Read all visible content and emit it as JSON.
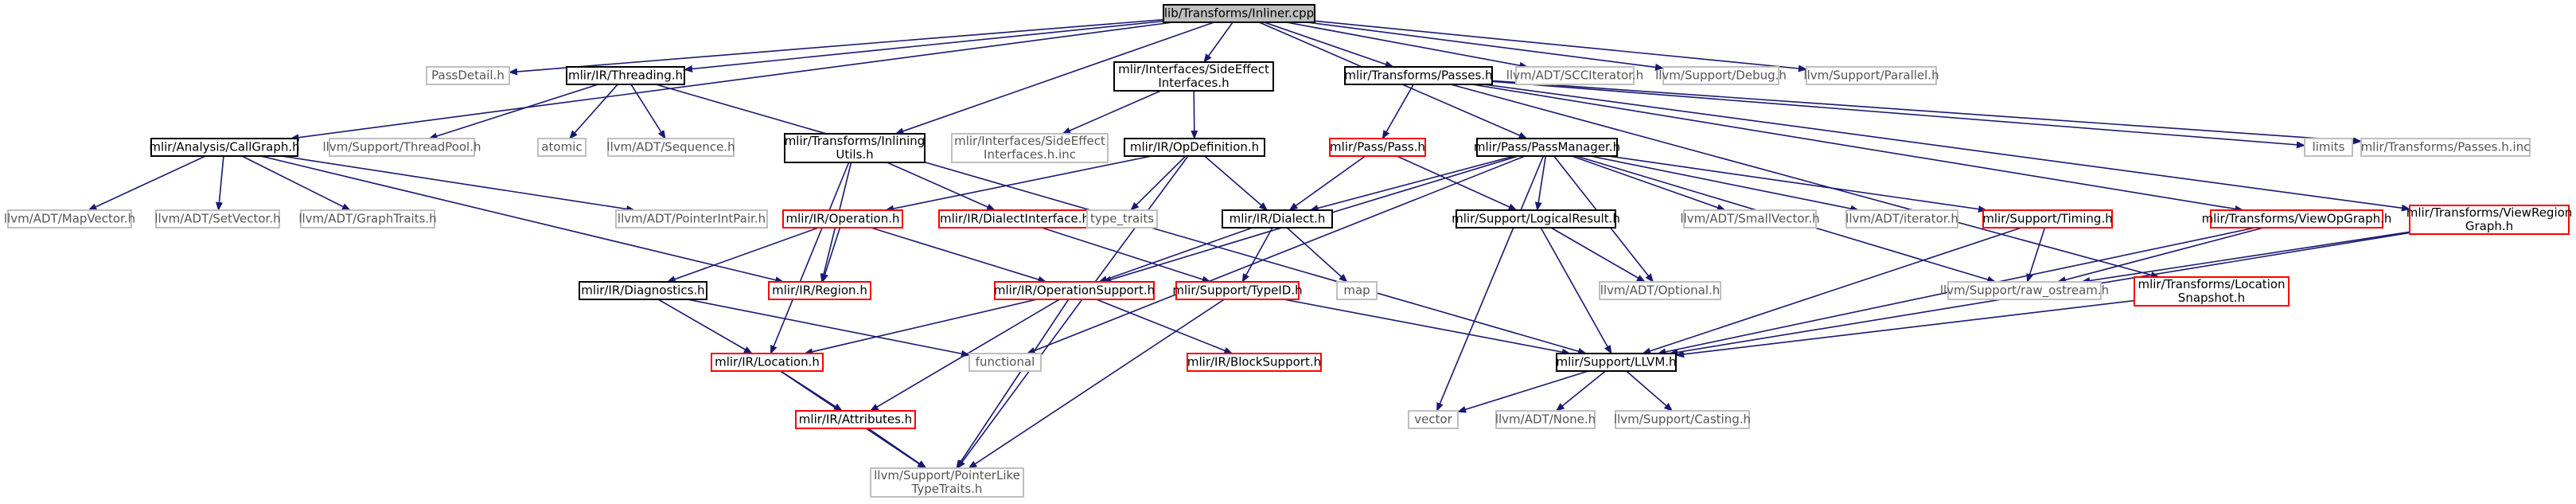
{
  "colors": {
    "root_fill": "#bfbfbf",
    "root_border": "#000000",
    "documented_border": "#000000",
    "truncated_border": "#ff0000",
    "external_border": "#bfbfbf",
    "text": "#000000",
    "external_text": "#555555",
    "edge": "#191970",
    "node_fill": "#ffffff"
  },
  "graph": {
    "nodes": [
      {
        "id": "root",
        "label": [
          "lib/Transforms/Inliner.cpp"
        ],
        "kind": "root"
      },
      {
        "id": "passdetail",
        "label": [
          "PassDetail.h"
        ],
        "kind": "external"
      },
      {
        "id": "threading",
        "label": [
          "mlir/IR/Threading.h"
        ],
        "kind": "documented"
      },
      {
        "id": "sideeffect",
        "label": [
          "mlir/Interfaces/SideEffect",
          "Interfaces.h"
        ],
        "kind": "documented"
      },
      {
        "id": "passes",
        "label": [
          "mlir/Transforms/Passes.h"
        ],
        "kind": "documented"
      },
      {
        "id": "scciter",
        "label": [
          "llvm/ADT/SCCIterator.h"
        ],
        "kind": "external"
      },
      {
        "id": "debug",
        "label": [
          "llvm/Support/Debug.h"
        ],
        "kind": "external"
      },
      {
        "id": "parallel",
        "label": [
          "llvm/Support/Parallel.h"
        ],
        "kind": "external"
      },
      {
        "id": "callgraph",
        "label": [
          "mlir/Analysis/CallGraph.h"
        ],
        "kind": "documented"
      },
      {
        "id": "threadpool",
        "label": [
          "llvm/Support/ThreadPool.h"
        ],
        "kind": "external"
      },
      {
        "id": "atomic",
        "label": [
          "atomic"
        ],
        "kind": "external"
      },
      {
        "id": "sequence",
        "label": [
          "llvm/ADT/Sequence.h"
        ],
        "kind": "external"
      },
      {
        "id": "inlining",
        "label": [
          "mlir/Transforms/Inlining",
          "Utils.h"
        ],
        "kind": "documented"
      },
      {
        "id": "sideeffectinc",
        "label": [
          "mlir/Interfaces/SideEffect",
          "Interfaces.h.inc"
        ],
        "kind": "external"
      },
      {
        "id": "opdef",
        "label": [
          "mlir/IR/OpDefinition.h"
        ],
        "kind": "documented"
      },
      {
        "id": "pass",
        "label": [
          "mlir/Pass/Pass.h"
        ],
        "kind": "truncated"
      },
      {
        "id": "passmanager",
        "label": [
          "mlir/Pass/PassManager.h"
        ],
        "kind": "documented"
      },
      {
        "id": "limits",
        "label": [
          "limits"
        ],
        "kind": "external"
      },
      {
        "id": "passesinc",
        "label": [
          "mlir/Transforms/Passes.h.inc"
        ],
        "kind": "external"
      },
      {
        "id": "mapvector",
        "label": [
          "llvm/ADT/MapVector.h"
        ],
        "kind": "external"
      },
      {
        "id": "setvector",
        "label": [
          "llvm/ADT/SetVector.h"
        ],
        "kind": "external"
      },
      {
        "id": "graphtraits",
        "label": [
          "llvm/ADT/GraphTraits.h"
        ],
        "kind": "external"
      },
      {
        "id": "pointerintpair",
        "label": [
          "llvm/ADT/PointerIntPair.h"
        ],
        "kind": "external"
      },
      {
        "id": "operation",
        "label": [
          "mlir/IR/Operation.h"
        ],
        "kind": "truncated"
      },
      {
        "id": "dialectiface",
        "label": [
          "mlir/IR/DialectInterface.h"
        ],
        "kind": "truncated"
      },
      {
        "id": "typetraits",
        "label": [
          "type_traits"
        ],
        "kind": "external"
      },
      {
        "id": "dialect",
        "label": [
          "mlir/IR/Dialect.h"
        ],
        "kind": "documented"
      },
      {
        "id": "logicalresult",
        "label": [
          "mlir/Support/LogicalResult.h"
        ],
        "kind": "documented"
      },
      {
        "id": "smallvector",
        "label": [
          "llvm/ADT/SmallVector.h"
        ],
        "kind": "external"
      },
      {
        "id": "iterator",
        "label": [
          "llvm/ADT/iterator.h"
        ],
        "kind": "external"
      },
      {
        "id": "timing",
        "label": [
          "mlir/Support/Timing.h"
        ],
        "kind": "truncated"
      },
      {
        "id": "viewopgraph",
        "label": [
          "mlir/Transforms/ViewOpGraph.h"
        ],
        "kind": "truncated"
      },
      {
        "id": "viewregion",
        "label": [
          "mlir/Transforms/ViewRegion",
          "Graph.h"
        ],
        "kind": "truncated"
      },
      {
        "id": "diagnostics",
        "label": [
          "mlir/IR/Diagnostics.h"
        ],
        "kind": "documented"
      },
      {
        "id": "region",
        "label": [
          "mlir/IR/Region.h"
        ],
        "kind": "truncated"
      },
      {
        "id": "opsupport",
        "label": [
          "mlir/IR/OperationSupport.h"
        ],
        "kind": "truncated"
      },
      {
        "id": "typeid",
        "label": [
          "mlir/Support/TypeID.h"
        ],
        "kind": "truncated"
      },
      {
        "id": "map",
        "label": [
          "map"
        ],
        "kind": "external"
      },
      {
        "id": "optional",
        "label": [
          "llvm/ADT/Optional.h"
        ],
        "kind": "external"
      },
      {
        "id": "rawostream",
        "label": [
          "llvm/Support/raw_ostream.h"
        ],
        "kind": "external"
      },
      {
        "id": "locsnapshot",
        "label": [
          "mlir/Transforms/Location",
          "Snapshot.h"
        ],
        "kind": "truncated"
      },
      {
        "id": "location",
        "label": [
          "mlir/IR/Location.h"
        ],
        "kind": "truncated"
      },
      {
        "id": "functional",
        "label": [
          "functional"
        ],
        "kind": "external"
      },
      {
        "id": "blocksupport",
        "label": [
          "mlir/IR/BlockSupport.h"
        ],
        "kind": "truncated"
      },
      {
        "id": "llvmh",
        "label": [
          "mlir/Support/LLVM.h"
        ],
        "kind": "documented"
      },
      {
        "id": "attributes",
        "label": [
          "mlir/IR/Attributes.h"
        ],
        "kind": "truncated"
      },
      {
        "id": "vector",
        "label": [
          "vector"
        ],
        "kind": "external"
      },
      {
        "id": "none",
        "label": [
          "llvm/ADT/None.h"
        ],
        "kind": "external"
      },
      {
        "id": "casting",
        "label": [
          "llvm/Support/Casting.h"
        ],
        "kind": "external"
      },
      {
        "id": "pointerlike",
        "label": [
          "llvm/Support/PointerLike",
          "TypeTraits.h"
        ],
        "kind": "external"
      }
    ],
    "edges": [
      [
        "root",
        "passdetail"
      ],
      [
        "root",
        "threading"
      ],
      [
        "root",
        "sideeffect"
      ],
      [
        "root",
        "passes"
      ],
      [
        "root",
        "scciter"
      ],
      [
        "root",
        "debug"
      ],
      [
        "root",
        "parallel"
      ],
      [
        "root",
        "callgraph"
      ],
      [
        "root",
        "inlining"
      ],
      [
        "root",
        "passmanager"
      ],
      [
        "threading",
        "threadpool"
      ],
      [
        "threading",
        "atomic"
      ],
      [
        "threading",
        "sequence"
      ],
      [
        "threading",
        "llvmh"
      ],
      [
        "callgraph",
        "mapvector"
      ],
      [
        "callgraph",
        "setvector"
      ],
      [
        "callgraph",
        "graphtraits"
      ],
      [
        "callgraph",
        "pointerintpair"
      ],
      [
        "callgraph",
        "region"
      ],
      [
        "sideeffect",
        "sideeffectinc"
      ],
      [
        "sideeffect",
        "opdef"
      ],
      [
        "passes",
        "pass"
      ],
      [
        "passes",
        "limits"
      ],
      [
        "passes",
        "passesinc"
      ],
      [
        "passes",
        "viewopgraph"
      ],
      [
        "passes",
        "viewregion"
      ],
      [
        "passes",
        "locsnapshot"
      ],
      [
        "inlining",
        "dialectiface"
      ],
      [
        "inlining",
        "location"
      ],
      [
        "inlining",
        "region"
      ],
      [
        "opdef",
        "operation"
      ],
      [
        "opdef",
        "typetraits"
      ],
      [
        "opdef",
        "dialect"
      ],
      [
        "opdef",
        "pointerlike"
      ],
      [
        "pass",
        "dialect"
      ],
      [
        "pass",
        "logicalresult"
      ],
      [
        "passmanager",
        "dialect"
      ],
      [
        "passmanager",
        "logicalresult"
      ],
      [
        "passmanager",
        "smallvector"
      ],
      [
        "passmanager",
        "iterator"
      ],
      [
        "passmanager",
        "timing"
      ],
      [
        "passmanager",
        "optional"
      ],
      [
        "passmanager",
        "rawostream"
      ],
      [
        "passmanager",
        "vector"
      ],
      [
        "passmanager",
        "functional"
      ],
      [
        "passmanager",
        "opsupport"
      ],
      [
        "operation",
        "diagnostics"
      ],
      [
        "operation",
        "region"
      ],
      [
        "operation",
        "opsupport"
      ],
      [
        "dialectiface",
        "typeid"
      ],
      [
        "dialect",
        "opsupport"
      ],
      [
        "dialect",
        "typeid"
      ],
      [
        "dialect",
        "map"
      ],
      [
        "logicalresult",
        "optional"
      ],
      [
        "logicalresult",
        "llvmh"
      ],
      [
        "timing",
        "rawostream"
      ],
      [
        "timing",
        "llvmh"
      ],
      [
        "viewopgraph",
        "rawostream"
      ],
      [
        "viewopgraph",
        "llvmh"
      ],
      [
        "viewregion",
        "rawostream"
      ],
      [
        "viewregion",
        "llvmh"
      ],
      [
        "locsnapshot",
        "llvmh"
      ],
      [
        "diagnostics",
        "location"
      ],
      [
        "diagnostics",
        "functional"
      ],
      [
        "opsupport",
        "location"
      ],
      [
        "opsupport",
        "blocksupport"
      ],
      [
        "opsupport",
        "attributes"
      ],
      [
        "opsupport",
        "pointerlike"
      ],
      [
        "typeid",
        "llvmh"
      ],
      [
        "typeid",
        "pointerlike"
      ],
      [
        "location",
        "attributes"
      ],
      [
        "location",
        "pointerlike"
      ],
      [
        "attributes",
        "pointerlike"
      ],
      [
        "llvmh",
        "vector"
      ],
      [
        "llvmh",
        "none"
      ],
      [
        "llvmh",
        "casting"
      ]
    ]
  }
}
